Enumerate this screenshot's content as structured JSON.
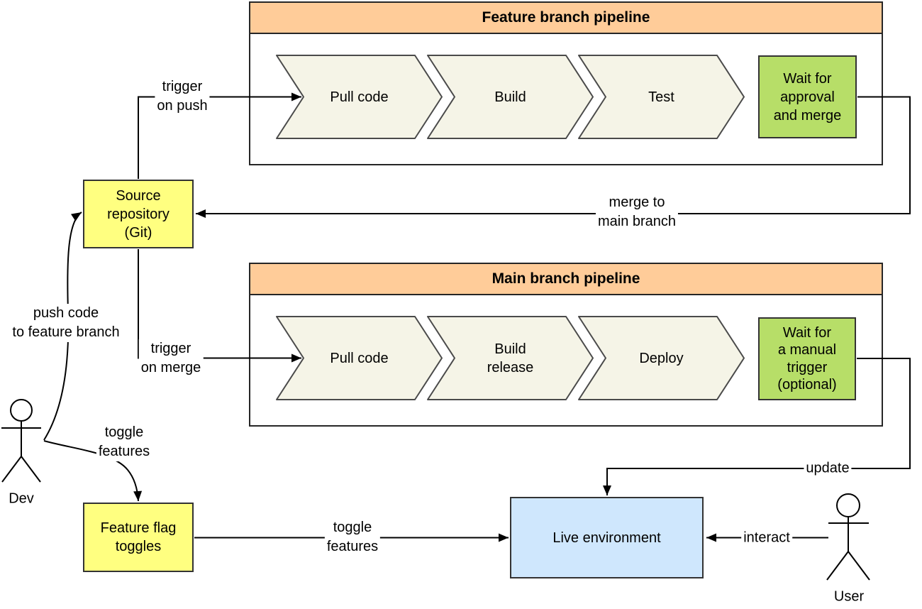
{
  "diagram": {
    "feature_pipeline": {
      "title": "Feature branch pipeline",
      "stages": [
        "Pull code",
        "Build",
        "Test"
      ],
      "final_stage": "Wait for\napproval\nand merge"
    },
    "main_pipeline": {
      "title": "Main branch pipeline",
      "stages": [
        "Pull code",
        "Build\nrelease",
        "Deploy"
      ],
      "final_stage": "Wait for\na manual\ntrigger\n(optional)"
    },
    "nodes": {
      "source_repository": "Source\nrepository\n(Git)",
      "feature_flag_toggles": "Feature flag\ntoggles",
      "live_environment": "Live environment"
    },
    "actors": {
      "dev": "Dev",
      "user": "User"
    },
    "edges": {
      "trigger_on_push": "trigger\non push",
      "trigger_on_merge": "trigger\non merge",
      "push_code": "push code\nto feature branch",
      "merge_to_main": "merge to\nmain branch",
      "toggle_features_dev": "toggle\nfeatures",
      "toggle_features_mid": "toggle\nfeatures",
      "update": "update",
      "interact": "interact"
    },
    "colors": {
      "pipeline_header_orange": "#ffcc99",
      "stage_chevron_cream": "#f5f4e7",
      "wait_stage_green": "#b7de68",
      "repo_toggle_yellow": "#ffff80",
      "environment_blue": "#cfe7fd",
      "line_black": "#000000"
    }
  }
}
